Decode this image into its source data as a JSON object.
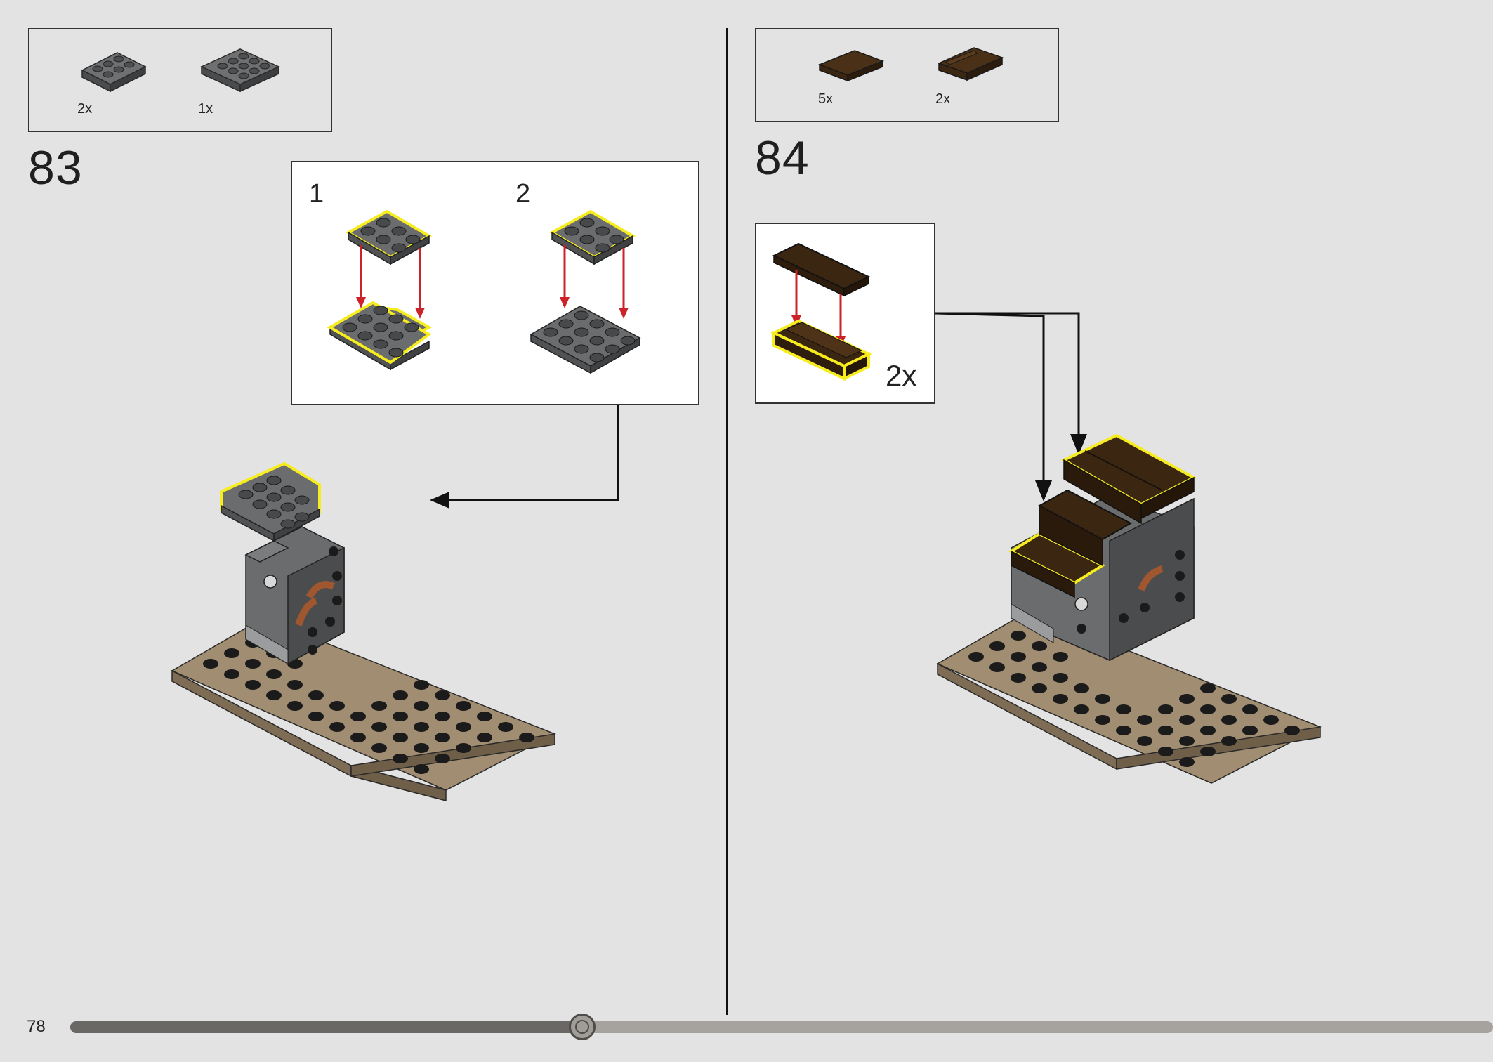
{
  "page_number": "78",
  "progress": 0.36,
  "steps": [
    {
      "number": "83",
      "parts": [
        {
          "name": "plate-2x3-dark-grey",
          "qty": "2x"
        },
        {
          "name": "plate-3x3-dark-grey",
          "qty": "1x"
        }
      ],
      "callout": {
        "sub_steps": [
          "1",
          "2"
        ]
      }
    },
    {
      "number": "84",
      "parts": [
        {
          "name": "tile-1x4-dark-brown",
          "qty": "5x"
        },
        {
          "name": "plate-1x4-rail-dark-brown",
          "qty": "2x"
        }
      ],
      "callout": {
        "multiplier": "2x"
      }
    }
  ],
  "colors": {
    "dark_grey": "#5f6163",
    "tan_plate": "#a18d71",
    "dark_brown": "#3b2612",
    "highlight": "#f7ec1e",
    "arrow_red": "#cc2229",
    "background": "#e3e3e3"
  }
}
